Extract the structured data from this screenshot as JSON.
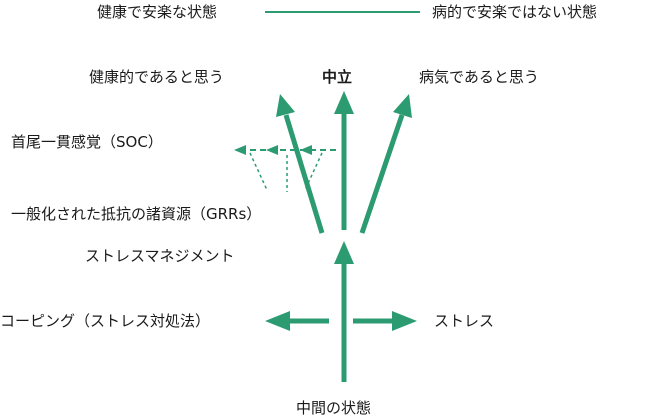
{
  "colors": {
    "accent": "#2c9b72",
    "text": "#1a1a1a"
  },
  "spectrum": {
    "left_label": "健康で安楽な状態",
    "right_label": "病的で安楽ではない状態"
  },
  "outcomes": {
    "healthy": "健康的であると思う",
    "neutral": "中立",
    "sick": "病気であると思う"
  },
  "factors": {
    "soc": "首尾一貫感覚（SOC）",
    "grrs": "一般化された抵抗の諸資源（GRRs）",
    "stress_management": "ストレスマネジメント",
    "coping": "コーピング（ストレス対処法）",
    "stress": "ストレス"
  },
  "origin": {
    "label": "中間の状態"
  }
}
